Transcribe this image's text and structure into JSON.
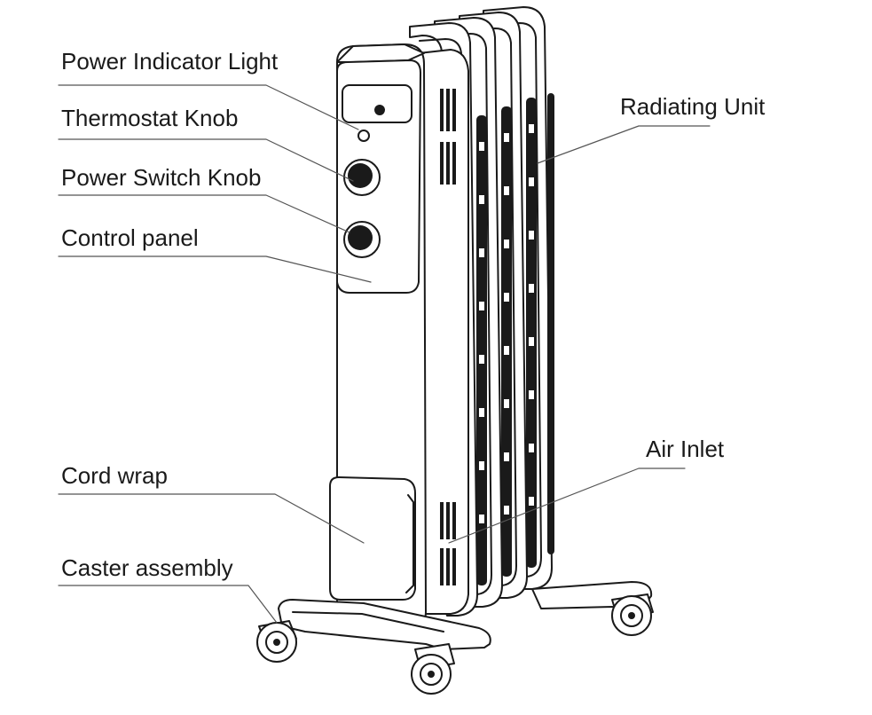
{
  "labels": {
    "power_indicator_light": "Power Indicator Light",
    "thermostat_knob": "Thermostat Knob",
    "power_switch_knob": "Power Switch Knob",
    "control_panel": "Control panel",
    "cord_wrap": "Cord wrap",
    "caster_assembly": "Caster assembly",
    "radiating_unit": "Radiating Unit",
    "air_inlet": "Air Inlet"
  },
  "colors": {
    "ink": "#1a1a1a",
    "leader_line": "#555555",
    "background": "#ffffff"
  }
}
